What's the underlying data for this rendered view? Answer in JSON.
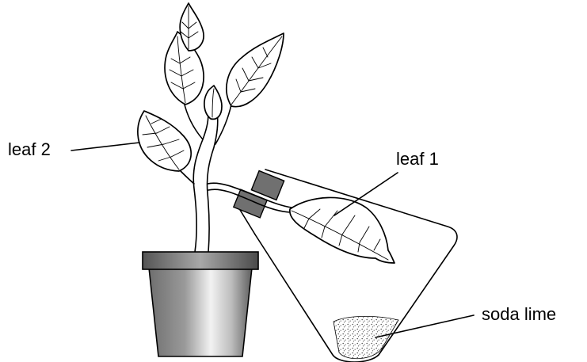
{
  "labels": {
    "leaf2": "leaf 2",
    "leaf1": "leaf 1",
    "soda_lime": "soda lime"
  },
  "colors": {
    "line": "#000000",
    "tape": "#707070",
    "soda_lime": "#b0b0b0"
  }
}
